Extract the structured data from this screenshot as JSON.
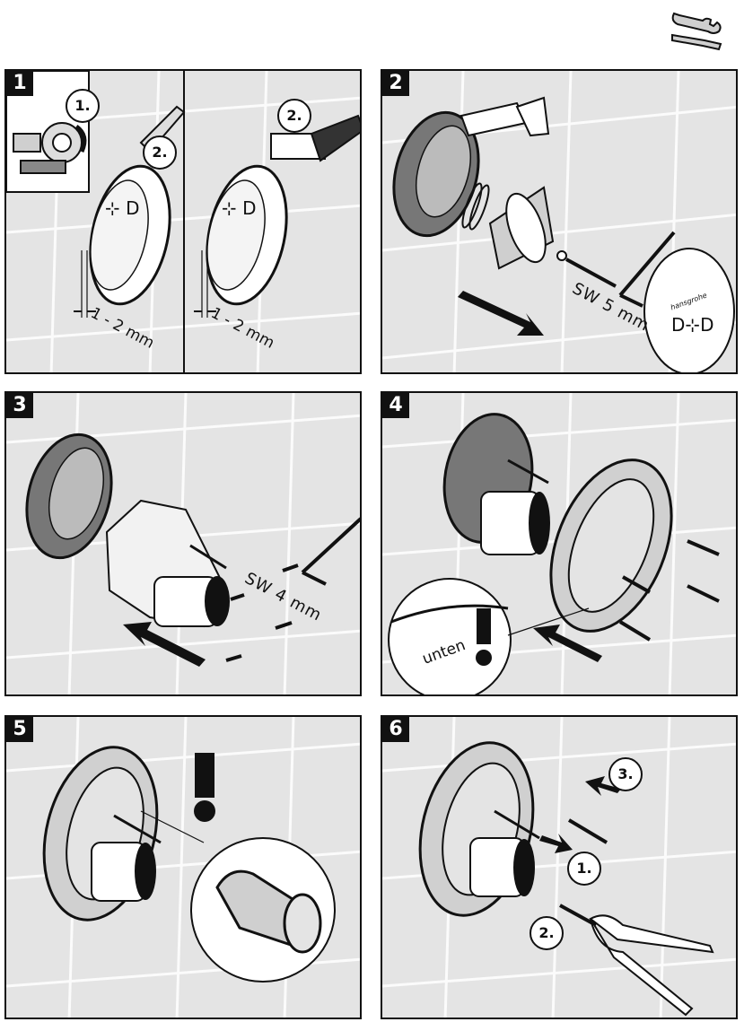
{
  "icons": {
    "header": "wrench-screwdriver-icon"
  },
  "colors": {
    "tile": "#e4e4e4",
    "grout": "#fbfbfb",
    "ink": "#111111",
    "part": "#cfcfcf"
  },
  "steps": [
    {
      "number": "1",
      "callouts": [
        "1.",
        "2.",
        "2."
      ],
      "dimension": "1 - 2 mm"
    },
    {
      "number": "2",
      "tool_size": "SW 5 mm",
      "brand": "hansgrohe"
    },
    {
      "number": "3",
      "tool_size": "SW 4 mm"
    },
    {
      "number": "4",
      "detail_label": "unten"
    },
    {
      "number": "5"
    },
    {
      "number": "6",
      "callouts": [
        "3.",
        "1.",
        "2."
      ]
    }
  ]
}
